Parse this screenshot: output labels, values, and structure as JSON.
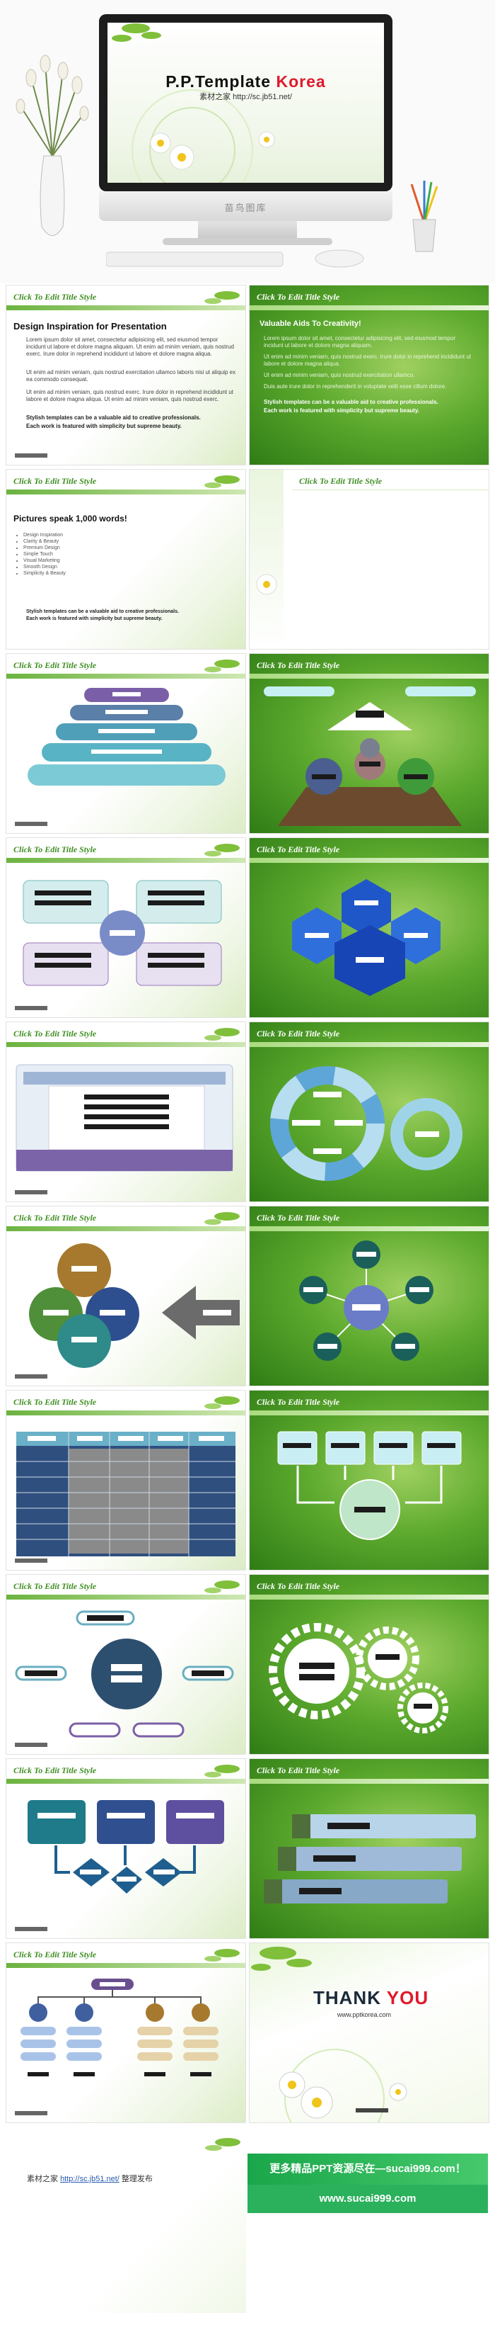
{
  "hero": {
    "title_main": "P.P.Template",
    "title_accent": "Korea",
    "subtitle": "素材之家 http://sc.jb51.net/",
    "bezel_label": "苗鸟图库"
  },
  "slide_title": "Click To Edit Title Style",
  "slide_b": {
    "heading": "Design Inspiration for Presentation",
    "para1": "Lorem ipsum dolor sit amet, consectetur adipisicing elit, sed eiusmod tempor incidunt ut labore et dolore magna aliquam. Ut enim ad minim veniam, quis nostrud exerc. Irure dolor in reprehend incididunt ut labore et dolore magna aliqua.",
    "para2": "Ut enim ad minim veniam, quis nostrud exercitation ullamco laboris nisi ut aliquip ex ea commodo consequat.",
    "para3": "Ut enim ad minim veniam, quis nostrud exerc. Irure dolor in reprehend incididunt ut labore et dolore magna aliqua. Ut enim ad minim veniam, quis nostrud exerc.",
    "tagline1": "Stylish templates can be a valuable aid to creative professionals.",
    "tagline2": "Each work is featured with simplicity but supreme beauty."
  },
  "slide_c": {
    "heading": "Valuable Aids To Creativity!",
    "bullet1": "Lorem ipsum dolor sit amet, consectetur adipisicing elit, sed eiusmod tempor incidunt ut labore et dolore magna aliquam.",
    "bullet2": "Ut enim ad minim veniam, quis nostrud exerc. Irure dolor in reprehend incididunt ut labore et dolore magna aliqua.",
    "bullet3": "Ut enim ad minim veniam, quis nostrud exercitation ullamco.",
    "bullet4": "Duis aute irure dolor in reprehenderit in voluptate velit esse cillum dolore.",
    "tagline1": "Stylish templates can be a valuable aid to creative professionals.",
    "tagline2": "Each work is featured with simplicity but supreme beauty."
  },
  "slide_d": {
    "heading": "Pictures speak 1,000 words!",
    "bullets": [
      "Design Inspiration",
      "Clarity & Beauty",
      "Premium Design",
      "Simple Touch",
      "Visual Marketing",
      "Smooth Design",
      "Simplicity & Beauty"
    ],
    "tagline1": "Stylish templates can be a valuable aid to creative professionals.",
    "tagline2": "Each work is featured with simplicity but supreme beauty."
  },
  "thankyou": {
    "thank": "THANK",
    "you": "YOU",
    "url": "www.pptkorea.com"
  },
  "credit": {
    "prefix": "素材之家",
    "link": "http://sc.jb51.net/",
    "suffix": "整理发布"
  },
  "promo": {
    "line1": "更多精品PPT资源尽在—sucai999.com！",
    "line2": "www.sucai999.com"
  },
  "colors": {
    "green_dark": "#2f7c16",
    "green_light": "#9fd060",
    "title_green": "#3f8f22",
    "accent_red": "#e0192b",
    "promo_green": "#2bb05c"
  }
}
